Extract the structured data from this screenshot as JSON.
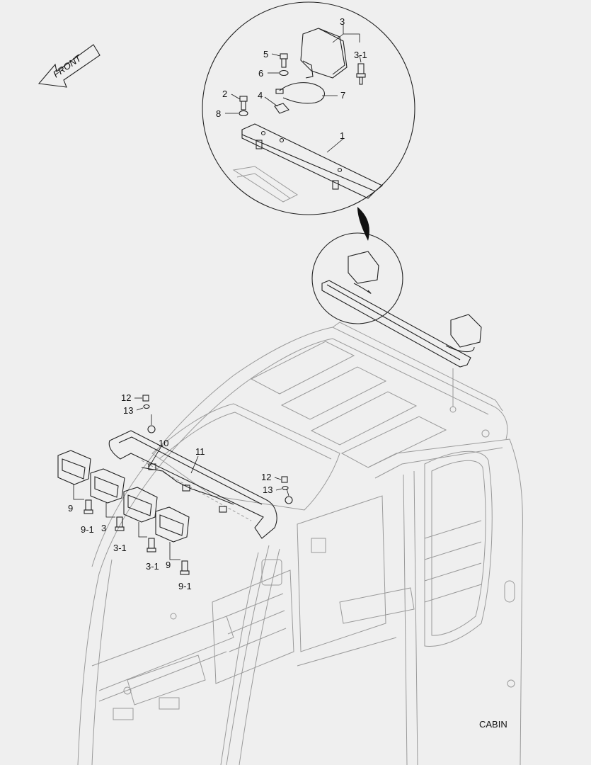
{
  "direction_label": "FRONT",
  "diagram_title": "CABIN",
  "callouts": {
    "c1": "1",
    "c2": "2",
    "c3_top": "3",
    "c3_1_top": "3-1",
    "c4": "4",
    "c5": "5",
    "c6": "6",
    "c7": "7",
    "c8": "8",
    "c9_left": "9",
    "c9_1_left": "9-1",
    "c3_mid": "3",
    "c3_1_mid": "3-1",
    "c3_1_low": "3-1",
    "c9_right": "9",
    "c9_1_right": "9-1",
    "c10": "10",
    "c11": "11",
    "c12_left": "12",
    "c13_left": "13",
    "c12_right": "12",
    "c13_right": "13"
  },
  "colors": {
    "background": "#efefef",
    "line": "#222222",
    "light_line": "#9a9a9a"
  }
}
